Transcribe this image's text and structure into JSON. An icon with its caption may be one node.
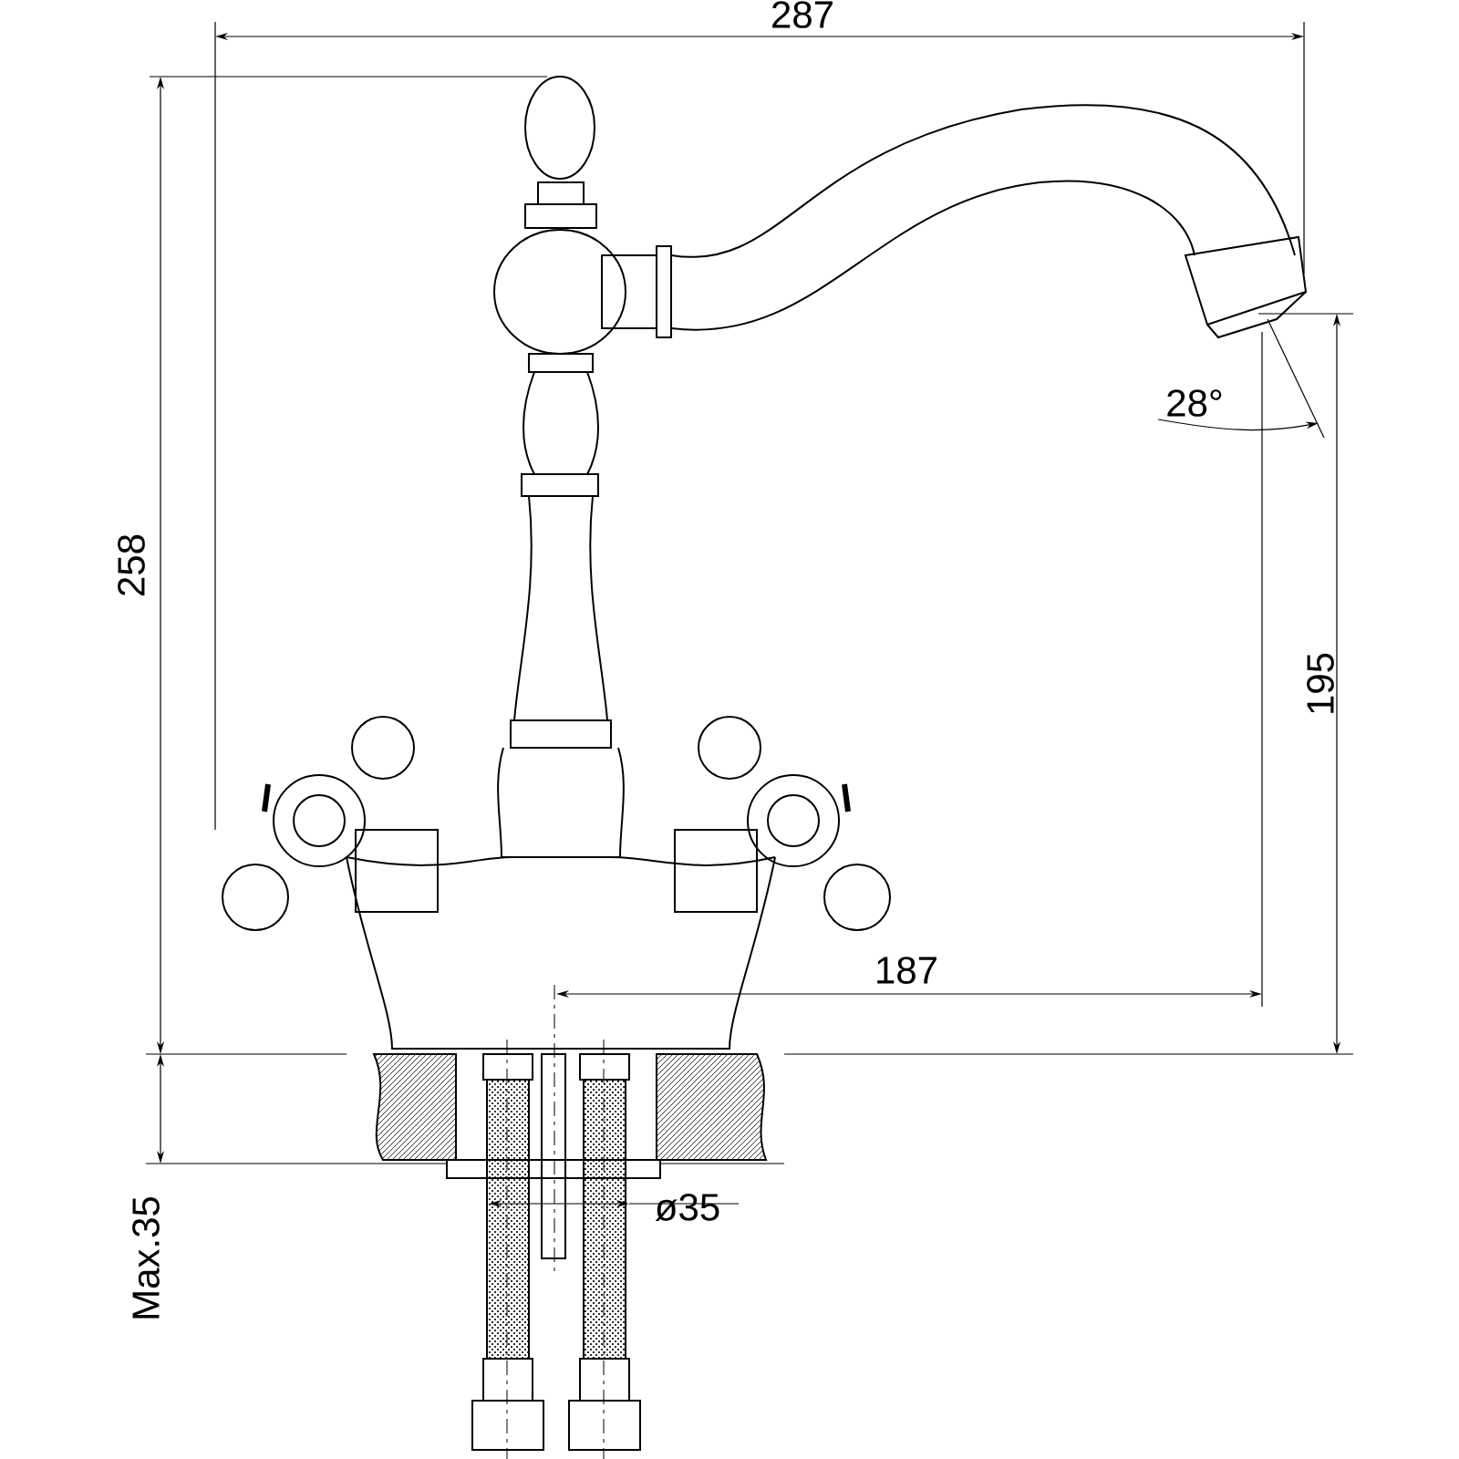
{
  "diagram": {
    "labels": [
      "287",
      "258",
      "28°",
      "195",
      "187",
      "Max.35",
      "ø35"
    ]
  }
}
